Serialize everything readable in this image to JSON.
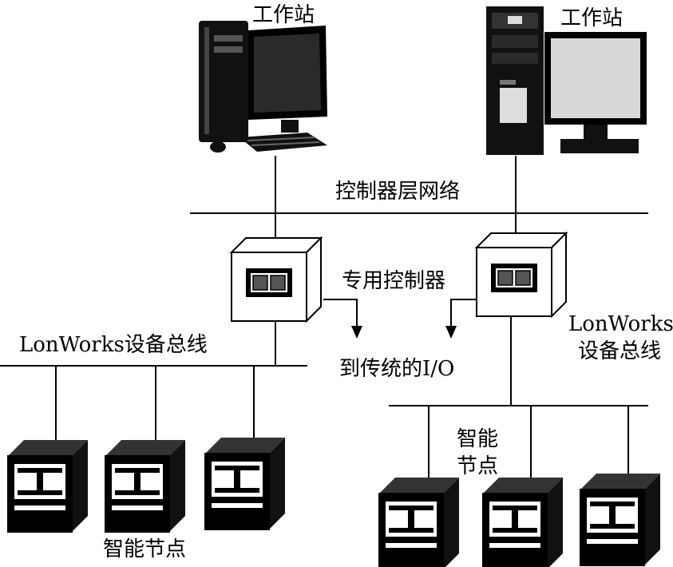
{
  "labels": {
    "workstation_left": "工作站",
    "workstation_right": "工作站",
    "controller_network": "控制器层网络",
    "dedicated_controller": "专用控制器",
    "lonworks_bus_left": "LonWorks设备总线",
    "to_legacy_io": "到传统的I/O",
    "lonworks_bus_right_line1": "LonWorks",
    "lonworks_bus_right_line2": "设备总线",
    "smart_nodes_left": "智能节点",
    "smart_nodes_right_line1": "智能",
    "smart_nodes_right_line2": "节点"
  },
  "colors": {
    "line": "#000000",
    "background": "#ffffff",
    "screen_gray": "#d8d8d8",
    "case_dark": "#1a1a1a"
  },
  "icons": [
    "workstation-tower-icon",
    "workstation-desktop-icon",
    "controller-box-icon",
    "smart-node-icon"
  ]
}
